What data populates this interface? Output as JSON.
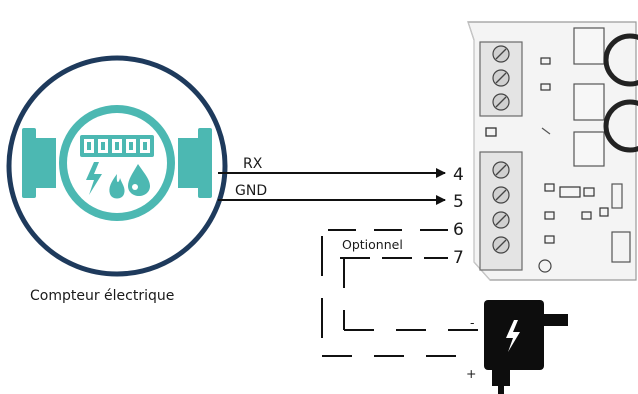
{
  "meter": {
    "caption": "Compteur électrique",
    "icon": "utility-meter-icon",
    "ring_color": "#1e3a5c",
    "icon_color": "#4cb8b2"
  },
  "wires": [
    {
      "label": "RX",
      "pin": "4"
    },
    {
      "label": "GND",
      "pin": "5"
    }
  ],
  "optional": {
    "label": "Optionnel",
    "pins": [
      "6",
      "7"
    ],
    "minus": "-",
    "plus": "+"
  },
  "power_supply": {
    "icon": "lightning-icon"
  },
  "board": {
    "image": "terminal-block-board"
  }
}
